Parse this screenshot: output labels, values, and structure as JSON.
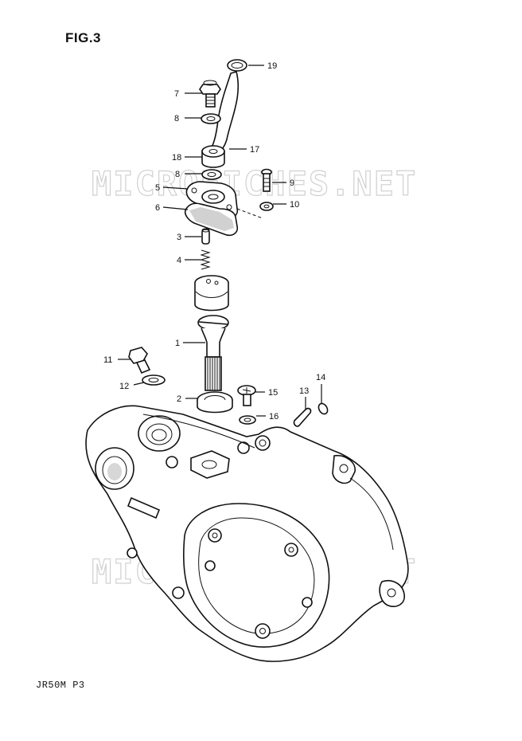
{
  "figure": {
    "title": "FIG.3",
    "code": "JR50M P3"
  },
  "watermark": {
    "text": "MICROFICHES.NET"
  },
  "callouts": [
    "1",
    "2",
    "3",
    "4",
    "5",
    "6",
    "7",
    "8",
    "8",
    "9",
    "10",
    "11",
    "12",
    "13",
    "14",
    "15",
    "16",
    "17",
    "18",
    "19"
  ]
}
